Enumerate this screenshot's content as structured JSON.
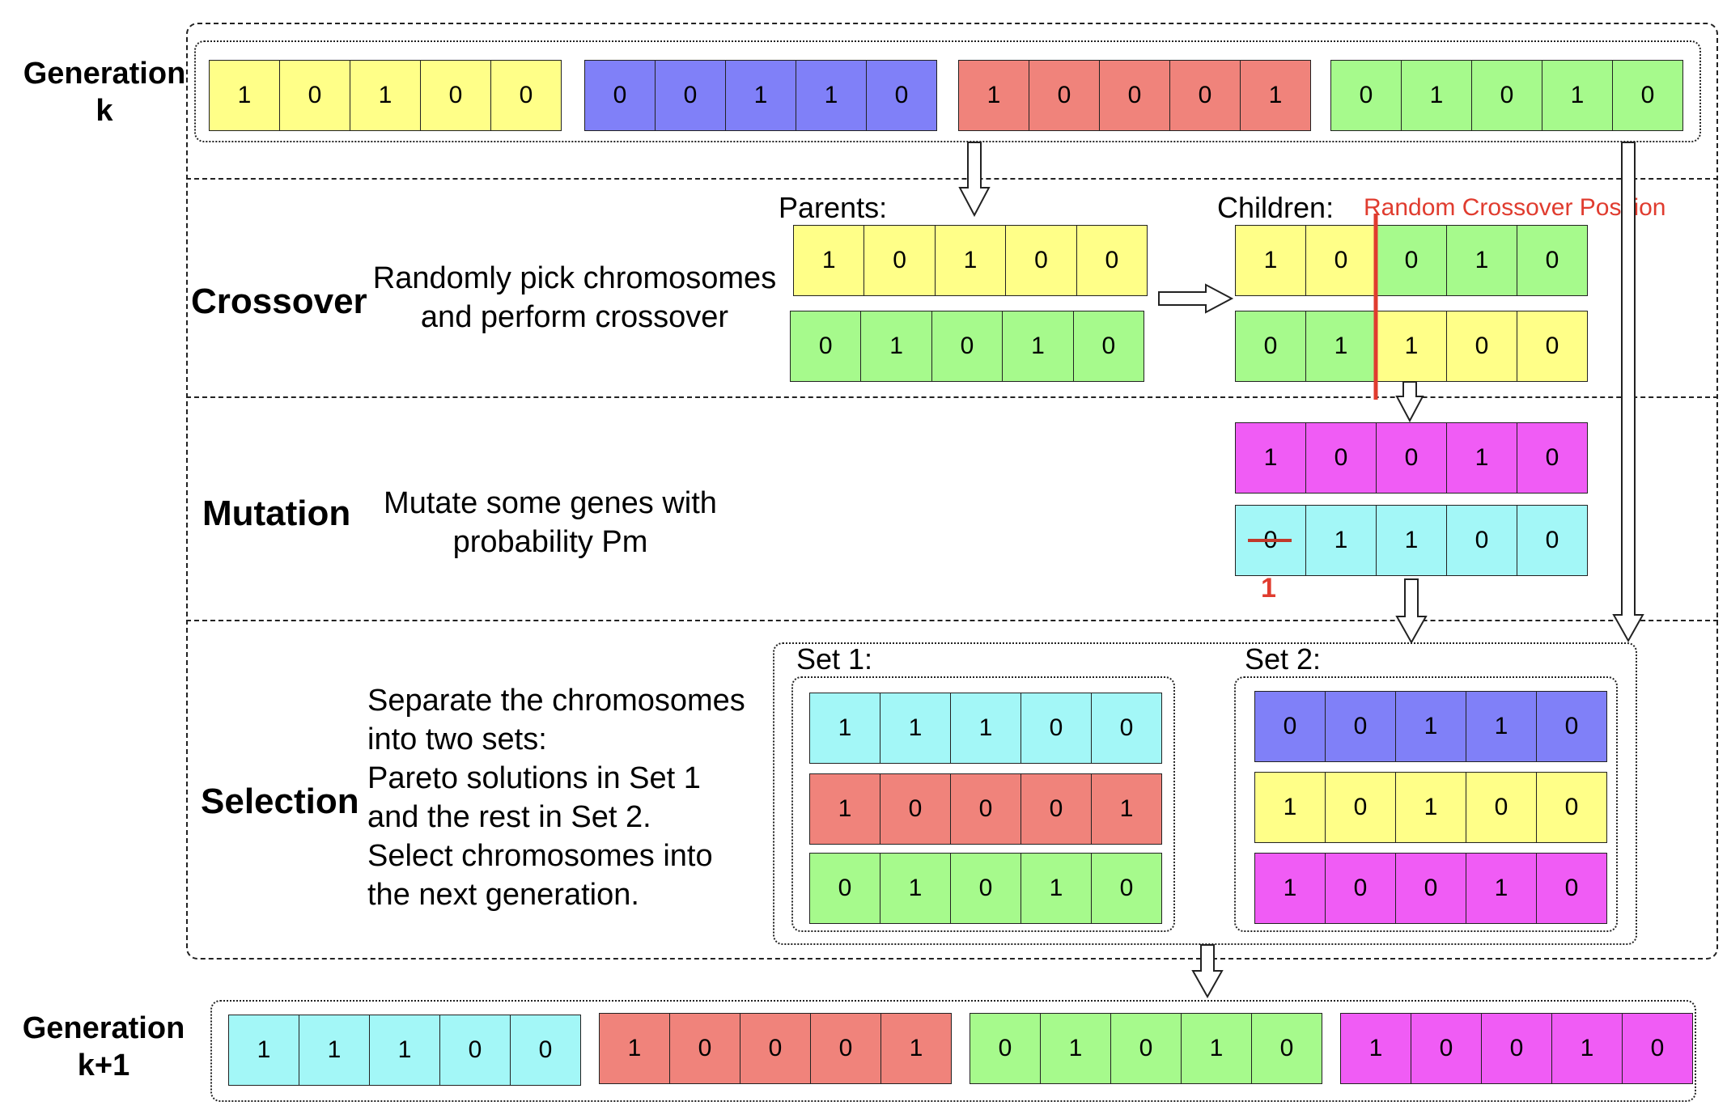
{
  "colors": {
    "yellow": "#ffff88",
    "blue": "#8080f8",
    "red": "#f0837b",
    "green": "#a6fa8c",
    "magenta": "#f05cf5",
    "cyan": "#a3f7f7",
    "accent_red": "#e03c2f"
  },
  "labels": {
    "gen_k": "Generation\nk",
    "gen_k1": "Generation\nk+1",
    "crossover": "Crossover",
    "mutation": "Mutation",
    "selection": "Selection",
    "parents": "Parents:",
    "children": "Children:",
    "crossover_position": "Random Crossover Position",
    "set1": "Set 1:",
    "set2": "Set 2:",
    "mutated_value": "1"
  },
  "descriptions": {
    "crossover": "Randomly pick chromosomes\nand perform crossover",
    "mutation": "Mutate some genes with\nprobability Pm",
    "selection": "Separate the chromosomes\ninto two sets:\nPareto solutions in Set 1\nand the rest in Set 2.\nSelect chromosomes into\nthe next generation."
  },
  "chromosomes": {
    "gen_k": [
      {
        "color": "yellow",
        "genes": [
          "1",
          "0",
          "1",
          "0",
          "0"
        ]
      },
      {
        "color": "blue",
        "genes": [
          "0",
          "0",
          "1",
          "1",
          "0"
        ]
      },
      {
        "color": "red",
        "genes": [
          "1",
          "0",
          "0",
          "0",
          "1"
        ]
      },
      {
        "color": "green",
        "genes": [
          "0",
          "1",
          "0",
          "1",
          "0"
        ]
      }
    ],
    "parents": [
      {
        "color": "yellow",
        "genes": [
          "1",
          "0",
          "1",
          "0",
          "0"
        ]
      },
      {
        "color": "green",
        "genes": [
          "0",
          "1",
          "0",
          "1",
          "0"
        ]
      }
    ],
    "children": [
      {
        "colors": [
          "yellow",
          "yellow",
          "green",
          "green",
          "green"
        ],
        "genes": [
          "1",
          "0",
          "0",
          "1",
          "0"
        ]
      },
      {
        "colors": [
          "green",
          "green",
          "yellow",
          "yellow",
          "yellow"
        ],
        "genes": [
          "0",
          "1",
          "1",
          "0",
          "0"
        ]
      }
    ],
    "mutation": [
      {
        "color": "magenta",
        "genes": [
          "1",
          "0",
          "0",
          "1",
          "0"
        ]
      },
      {
        "color": "cyan",
        "genes": [
          "0",
          "1",
          "1",
          "0",
          "0"
        ],
        "struck_index": 0
      }
    ],
    "set1": [
      {
        "color": "cyan",
        "genes": [
          "1",
          "1",
          "1",
          "0",
          "0"
        ]
      },
      {
        "color": "red",
        "genes": [
          "1",
          "0",
          "0",
          "0",
          "1"
        ]
      },
      {
        "color": "green",
        "genes": [
          "0",
          "1",
          "0",
          "1",
          "0"
        ]
      }
    ],
    "set2": [
      {
        "color": "blue",
        "genes": [
          "0",
          "0",
          "1",
          "1",
          "0"
        ]
      },
      {
        "color": "yellow",
        "genes": [
          "1",
          "0",
          "1",
          "0",
          "0"
        ]
      },
      {
        "color": "magenta",
        "genes": [
          "1",
          "0",
          "0",
          "1",
          "0"
        ]
      }
    ],
    "gen_k1": [
      {
        "color": "cyan",
        "genes": [
          "1",
          "1",
          "1",
          "0",
          "0"
        ]
      },
      {
        "color": "red",
        "genes": [
          "1",
          "0",
          "0",
          "0",
          "1"
        ]
      },
      {
        "color": "green",
        "genes": [
          "0",
          "1",
          "0",
          "1",
          "0"
        ]
      },
      {
        "color": "magenta",
        "genes": [
          "1",
          "0",
          "0",
          "1",
          "0"
        ]
      }
    ]
  }
}
